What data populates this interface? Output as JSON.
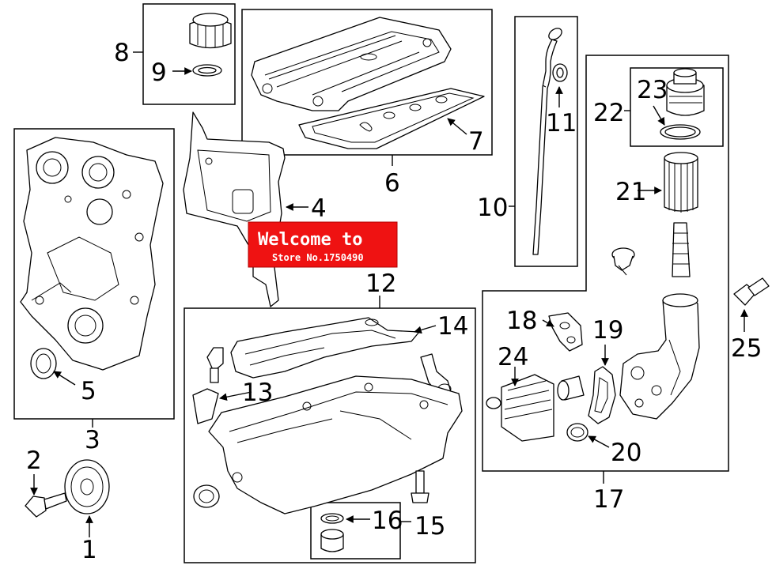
{
  "callouts": {
    "c1": "1",
    "c2": "2",
    "c3": "3",
    "c4": "4",
    "c5": "5",
    "c6": "6",
    "c7": "7",
    "c8": "8",
    "c9": "9",
    "c10": "10",
    "c11": "11",
    "c12": "12",
    "c13": "13",
    "c14": "14",
    "c15": "15",
    "c16": "16",
    "c17": "17",
    "c18": "18",
    "c19": "19",
    "c20": "20",
    "c21": "21",
    "c22": "22",
    "c23": "23",
    "c24": "24",
    "c25": "25"
  },
  "watermark": {
    "title": "Welcome to",
    "subtitle": "Store No.1750490"
  },
  "colors": {
    "watermark_fill": "#ef1212",
    "line": "#000000",
    "background": "#ffffff"
  }
}
